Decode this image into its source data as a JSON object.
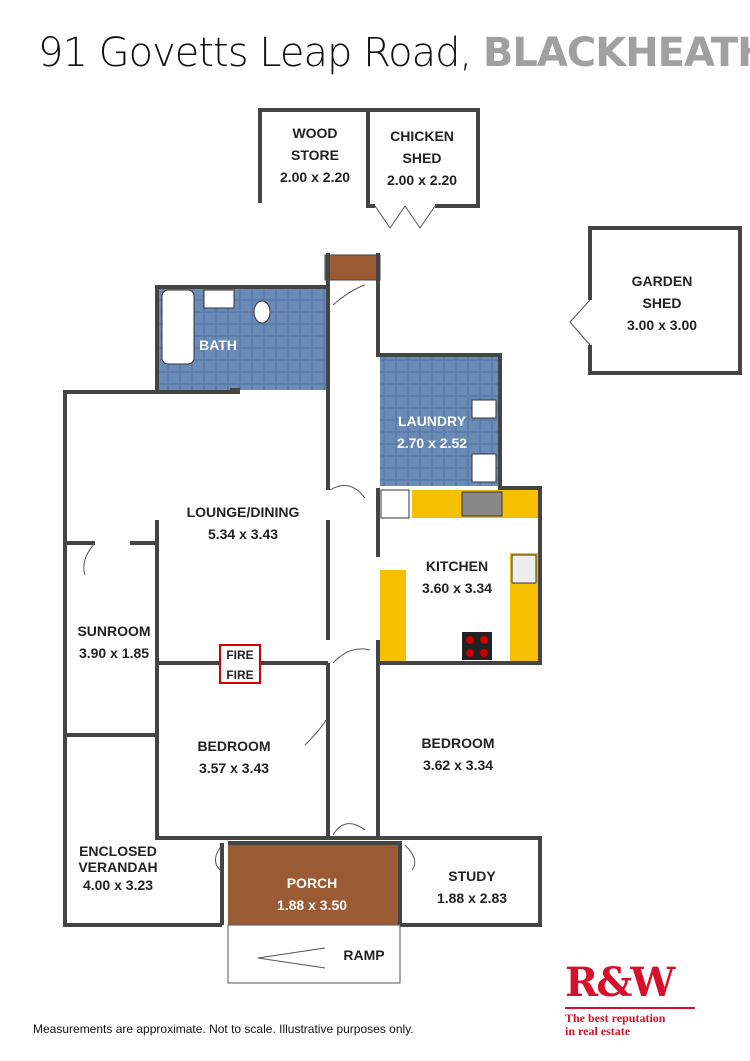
{
  "header": {
    "address": "91 Govetts Leap Road,",
    "suburb": "BLACKHEATH"
  },
  "rooms": {
    "wood_store": {
      "name1": "WOOD",
      "name2": "STORE",
      "size": "2.00 x 2.20"
    },
    "chicken_shed": {
      "name1": "CHICKEN",
      "name2": "SHED",
      "size": "2.00 x 2.20"
    },
    "garden_shed": {
      "name1": "GARDEN",
      "name2": "SHED",
      "size": "3.00 x 3.00"
    },
    "bath": {
      "name": "BATH"
    },
    "laundry": {
      "name": "LAUNDRY",
      "size": "2.70 x 2.52"
    },
    "lounge_dining": {
      "name": "LOUNGE/DINING",
      "size": "5.34 x 3.43"
    },
    "kitchen": {
      "name": "KITCHEN",
      "size": "3.60 x 3.34"
    },
    "sunroom": {
      "name": "SUNROOM",
      "size": "3.90 x 1.85"
    },
    "bedroom1": {
      "name": "BEDROOM",
      "size": "3.57 x 3.43"
    },
    "bedroom2": {
      "name": "BEDROOM",
      "size": "3.62 x 3.34"
    },
    "verandah": {
      "name1": "ENCLOSED",
      "name2": "VERANDAH",
      "size": "4.00 x 3.23"
    },
    "porch": {
      "name": "PORCH",
      "size": "1.88 x 3.50"
    },
    "study": {
      "name": "STUDY",
      "size": "1.88 x 2.83"
    },
    "ramp": {
      "name": "RAMP"
    }
  },
  "fixtures": {
    "fire1": "FIRE",
    "fire2": "FIRE"
  },
  "footer": {
    "note": "Measurements are approximate. Not to scale. Illustrative purposes only."
  },
  "logo": {
    "mark": "R&W",
    "tagline1": "The best reputation",
    "tagline2": "in real estate"
  },
  "colors": {
    "wall": "#444444",
    "tile": "#5a7aa8",
    "bench": "#f5c000",
    "porch": "#9a5a33",
    "brand": "#d6102b",
    "suburb": "#a0a0a0"
  }
}
